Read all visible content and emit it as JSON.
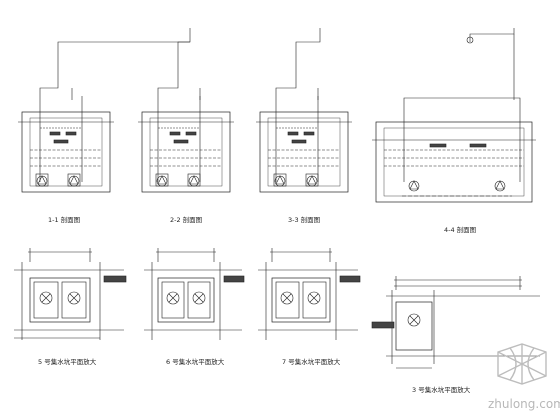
{
  "sections": [
    {
      "caption": "1-1 剖面图"
    },
    {
      "caption": "2-2 剖面图"
    },
    {
      "caption": "3-3 剖面图"
    },
    {
      "caption": "4-4 剖面图"
    }
  ],
  "plans": [
    {
      "caption": "5 号集水坑平面放大"
    },
    {
      "caption": "6 号集水坑平面放大"
    },
    {
      "caption": "7 号集水坑平面放大"
    },
    {
      "caption": "3 号集水坑平面放大"
    }
  ],
  "watermark": {
    "text": "zhulong.com"
  },
  "colors": {
    "line": "#222222",
    "watermark": "#bdbdbd"
  }
}
